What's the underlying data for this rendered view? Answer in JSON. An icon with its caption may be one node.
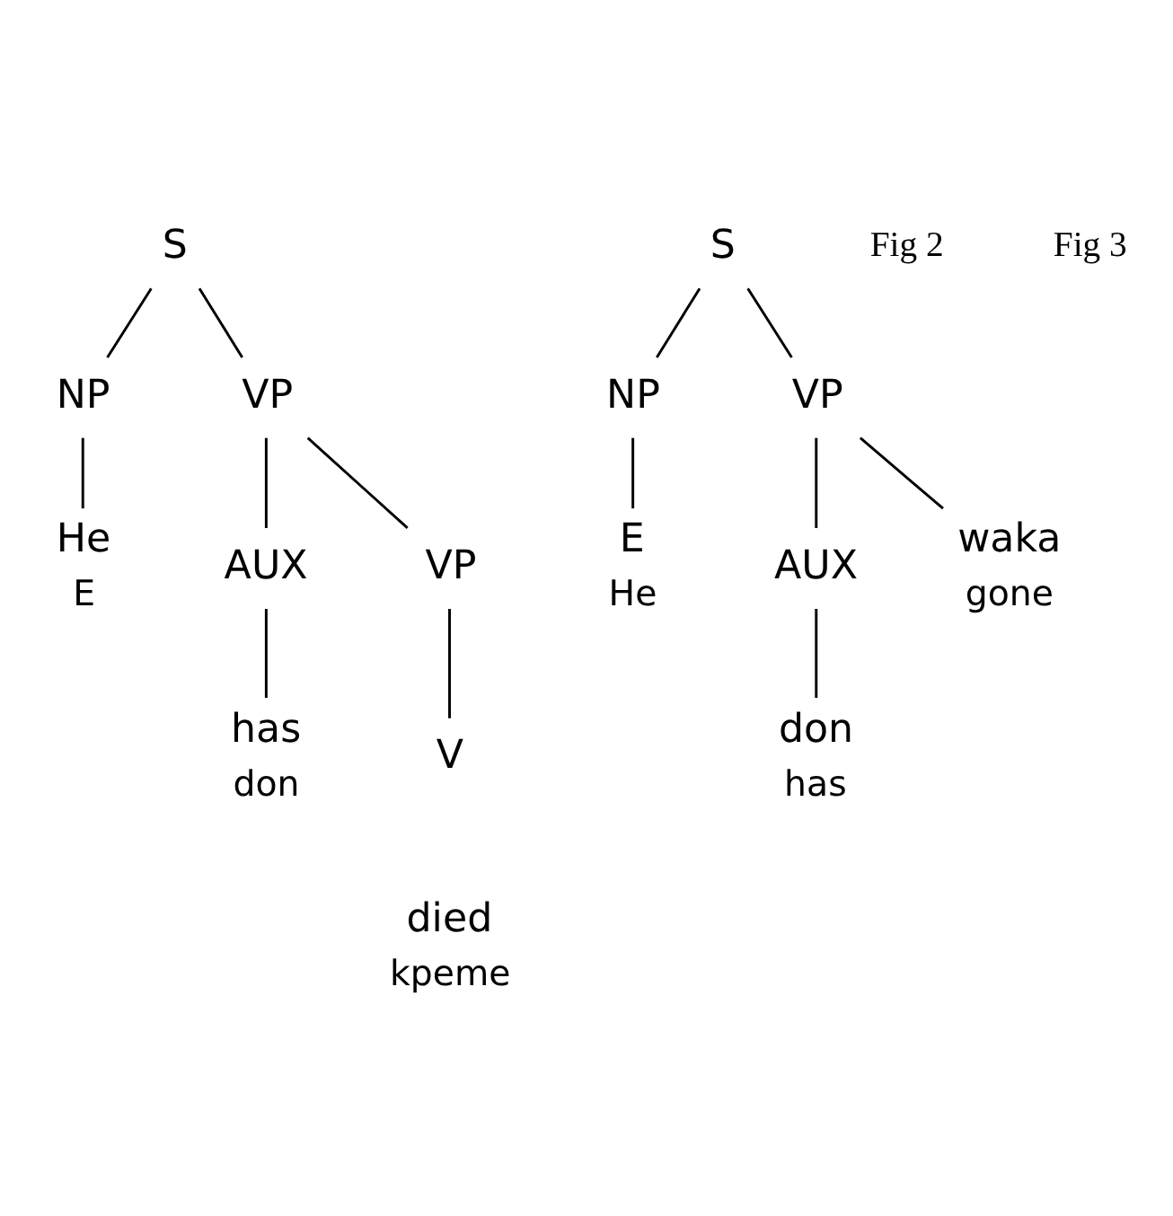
{
  "diagram": {
    "nodes": [
      {
        "text": [
          "S"
        ]
      },
      {
        "text": [
          "NP"
        ]
      },
      {
        "text": [
          "VP"
        ]
      },
      {
        "text": [
          "He"
        ],
        "beside": [
          "E"
        ]
      },
      {
        "text": [
          "AUX"
        ]
      },
      {
        "text": [
          "VP"
        ]
      },
      {
        "text": [
          "has"
        ],
        "beside": [
          "don"
        ]
      },
      {
        "text": [
          "V"
        ]
      },
      {
        "text": [
          "died"
        ],
        "beside": [
          "kpeme"
        ]
      },
      {
        "text": [
          "S"
        ]
      },
      {
        "text": [
          "NP"
        ]
      },
      {
        "text": [
          "VP"
        ]
      },
      {
        "text": [
          "E"
        ],
        "beside": [
          "He"
        ]
      },
      {
        "text": [
          "AUX"
        ]
      },
      {
        "text": [
          "waka"
        ],
        "beside": [
          "gone"
        ]
      },
      {
        "text": [
          "don"
        ],
        "beside": [
          "has"
        ]
      }
    ],
    "edges": [
      {
        "from": 0,
        "to": 1,
        "arrow": "none"
      },
      {
        "from": 0,
        "to": 2,
        "arrow": "none"
      },
      {
        "from": 1,
        "to": 3,
        "arrow": "none"
      },
      {
        "from": 2,
        "to": 4,
        "arrow": "none"
      },
      {
        "from": 2,
        "to": 5,
        "arrow": "none"
      },
      {
        "from": 4,
        "to": 6,
        "arrow": "none"
      },
      {
        "from": 5,
        "to": 7,
        "arrow": "none"
      },
      {
        "from": 9,
        "to": 10,
        "arrow": "none"
      },
      {
        "from": 9,
        "to": 11,
        "arrow": "none"
      },
      {
        "from": 10,
        "to": 12,
        "arrow": "none"
      },
      {
        "from": 11,
        "to": 13,
        "arrow": "none"
      },
      {
        "from": 11,
        "to": 14,
        "arrow": "none"
      },
      {
        "from": 13,
        "to": 15,
        "arrow": "none"
      }
    ],
    "labels": [
      "Fig 2",
      "Fig 3"
    ]
  }
}
